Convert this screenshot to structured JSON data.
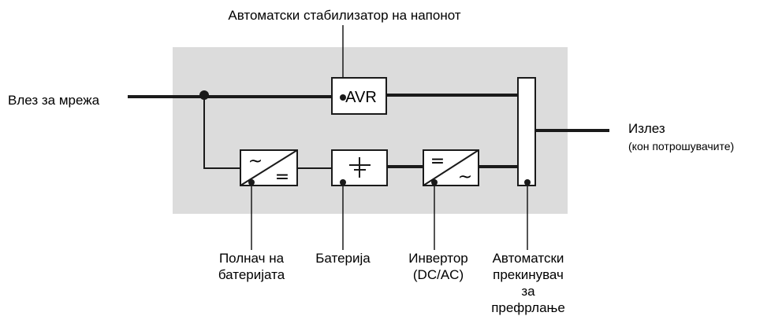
{
  "title": "Автоматски стабилизатор на напонот",
  "input_label": "Влез за мрежа",
  "output": {
    "label": "Излез",
    "sublabel": "(кон потрошувачите)"
  },
  "blocks": {
    "avr": {
      "text": "AVR"
    },
    "charger": {
      "caption_line1": "Полнач на",
      "caption_line2": "батеријата",
      "symbol_in": "~",
      "symbol_out": "="
    },
    "battery": {
      "caption": "Батерија"
    },
    "inverter": {
      "caption_line1": "Инвертор",
      "caption_line2": "(DC/AC)",
      "symbol_in": "=",
      "symbol_out": "~"
    },
    "switch": {
      "caption_line1": "Автоматски",
      "caption_line2": "прекинувач",
      "caption_line3": "за",
      "caption_line4": "префрлање"
    }
  },
  "colors": {
    "background_panel": "#dcdcdc",
    "line": "#1a1a1a",
    "box_fill": "#ffffff"
  }
}
